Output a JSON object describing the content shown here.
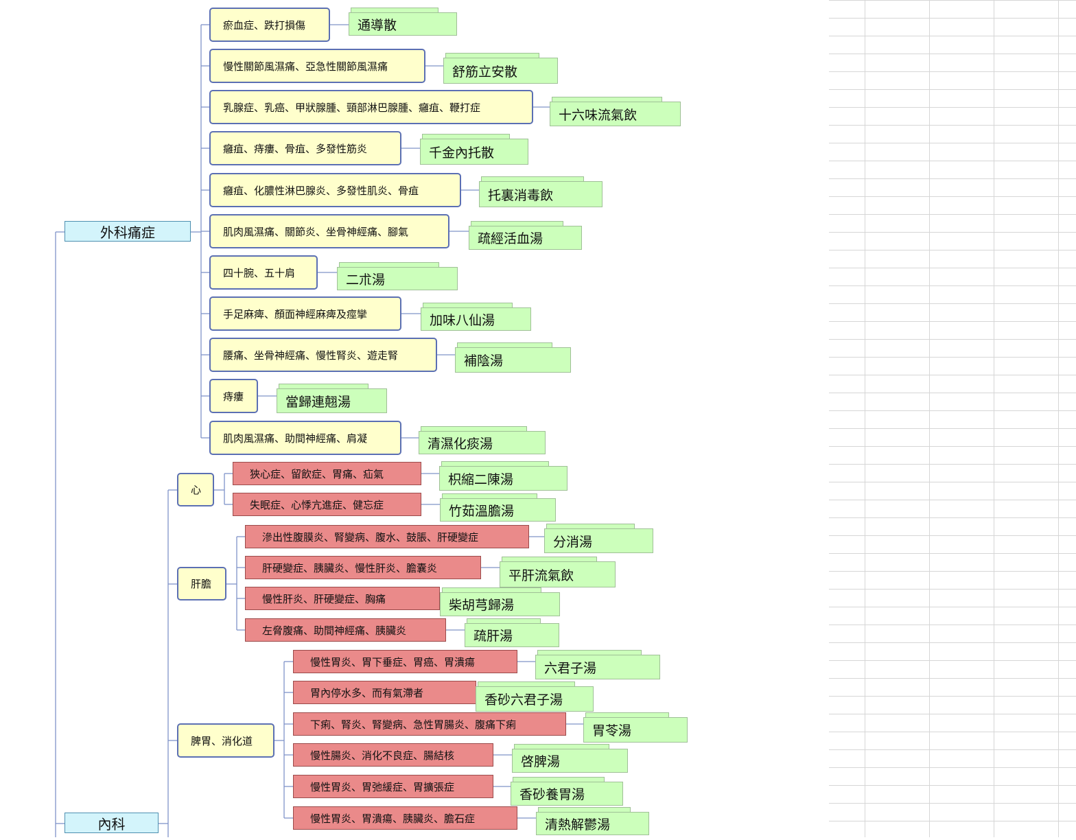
{
  "diagram": {
    "categories": {
      "surgical": "外科痛症",
      "internal": "內科"
    },
    "subcategories": {
      "heart": "心",
      "liver": "肝膽",
      "spleen": "脾胃、消化道"
    },
    "surgical_items": [
      {
        "condition": "瘀血症、跌打損傷",
        "remedy": "通導散"
      },
      {
        "condition": "慢性關節風濕痛、亞急性關節風濕痛",
        "remedy": "舒筋立安散"
      },
      {
        "condition": "乳腺症、乳癌、甲狀腺腫、頸部淋巴腺腫、癰疽、鞭打症",
        "remedy": "十六味流氣飲"
      },
      {
        "condition": "癰疽、痔瘻、骨疽、多發性筋炎",
        "remedy": "千金內托散"
      },
      {
        "condition": "癰疽、化膿性淋巴腺炎、多發性肌炎、骨疽",
        "remedy": "托裏消毒飲"
      },
      {
        "condition": "肌肉風濕痛、關節炎、坐骨神經痛、腳氣",
        "remedy": "疏經活血湯"
      },
      {
        "condition": "四十腕、五十肩",
        "remedy": "二朮湯"
      },
      {
        "condition": "手足麻痺、顏面神經麻痺及痙攣",
        "remedy": "加味八仙湯"
      },
      {
        "condition": "腰痛、坐骨神經痛、慢性腎炎、遊走腎",
        "remedy": "補陰湯"
      },
      {
        "condition": "痔瘻",
        "remedy": "當歸連翹湯"
      },
      {
        "condition": "肌肉風濕痛、助間神經痛、肩凝",
        "remedy": "清濕化痰湯"
      }
    ],
    "heart_items": [
      {
        "condition": "狹心症、留飲症、胃痛、疝氣",
        "remedy": "枳縮二陳湯"
      },
      {
        "condition": "失眠症、心悸亢進症、健忘症",
        "remedy": "竹茹溫膽湯"
      }
    ],
    "liver_items": [
      {
        "condition": "滲出性腹膜炎、腎變病、腹水、鼓脹、肝硬變症",
        "remedy": "分消湯"
      },
      {
        "condition": "肝硬變症、胰臟炎、慢性肝炎、膽囊炎",
        "remedy": "平肝流氣飲"
      },
      {
        "condition": "慢性肝炎、肝硬變症、胸痛",
        "remedy": "柴胡芎歸湯"
      },
      {
        "condition": "左脅腹痛、助間神經痛、胰臟炎",
        "remedy": "疏肝湯"
      }
    ],
    "spleen_items": [
      {
        "condition": "慢性胃炎、胃下垂症、胃癌、胃潰瘍",
        "remedy": "六君子湯"
      },
      {
        "condition": "胃內停水多、而有氣滯者",
        "remedy": "香砂六君子湯"
      },
      {
        "condition": "下痢、腎炎、腎變病、急性胃腸炎、腹痛下痢",
        "remedy": "胃苓湯"
      },
      {
        "condition": "慢性腸炎、消化不良症、腸結核",
        "remedy": "啓脾湯"
      },
      {
        "condition": "慢性胃炎、胃弛緩症、胃擴張症",
        "remedy": "香砂養胃湯"
      },
      {
        "condition": "慢性胃炎、胃潰瘍、胰臟炎、膽石症",
        "remedy": "清熱解鬱湯"
      }
    ],
    "colors": {
      "surgical_condition_fill": "#ffffcc",
      "surgical_condition_border": "#5b6fb3",
      "internal_condition_fill": "#ea8a8a",
      "remedy_fill": "#ccffbb",
      "category_fill": "#d3f4fb",
      "connector": "#7f93c8"
    }
  }
}
